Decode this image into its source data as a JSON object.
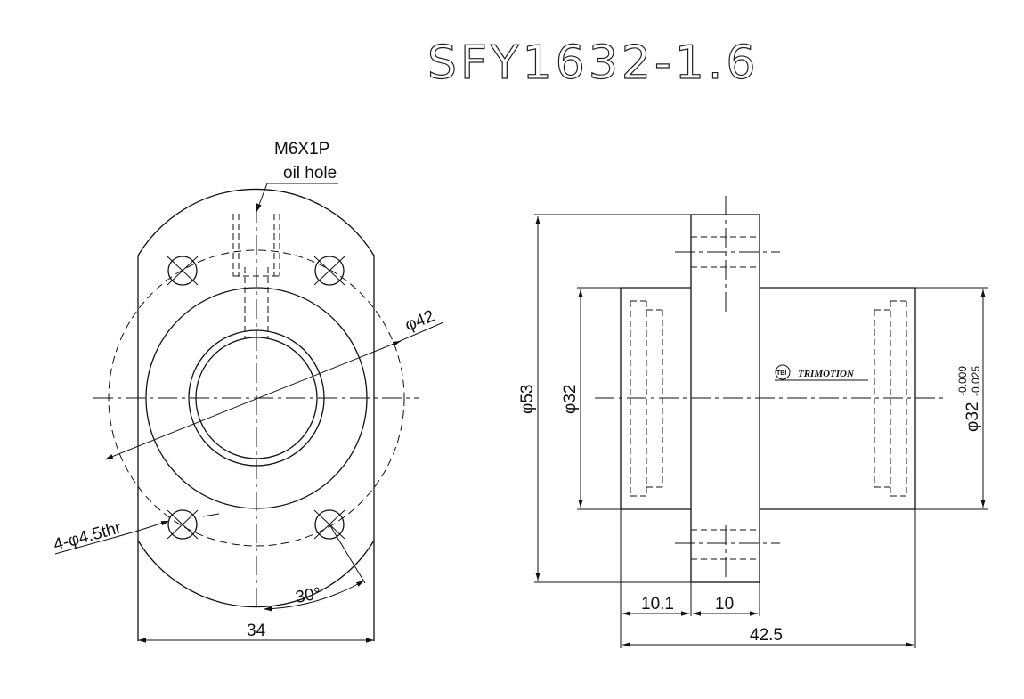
{
  "title": "SFY1632-1.6",
  "front_view": {
    "oil_hole_thread": "M6X1P",
    "oil_hole_label": "oil hole",
    "bolt_circle_dim": "φ42",
    "holes_dim": "4-φ4.5thr",
    "angle_dim": "30°",
    "width_dim": "34"
  },
  "side_view": {
    "flange_od_dim": "φ53",
    "body_od_left_dim": "φ32",
    "body_od_right_base": "φ32",
    "tol_upper": "-0.009",
    "tol_lower": "-0.025",
    "len_a_dim": "10.1",
    "len_b_dim": "10",
    "total_len_dim": "42.5",
    "logo_text": "TRIMOTION",
    "logo_badge": "TBI"
  }
}
